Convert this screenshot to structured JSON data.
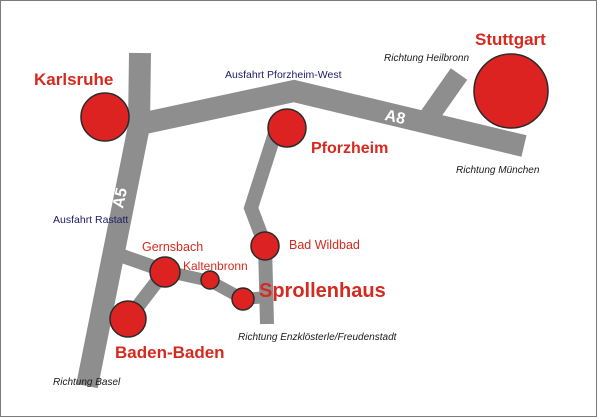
{
  "cities": {
    "stuttgart": "Stuttgart",
    "karlsruhe": "Karlsruhe",
    "pforzheim": "Pforzheim",
    "bad_wildbad": "Bad Wildbad",
    "gernsbach": "Gernsbach",
    "kaltenbronn": "Kaltenbronn",
    "sprollenhaus": "Sprollenhaus",
    "baden_baden": "Baden-Baden"
  },
  "exits": {
    "pforzheim_west": "Ausfahrt Pforzheim-West",
    "rastatt": "Ausfahrt Rastatt"
  },
  "directions": {
    "heilbronn": "Richtung Heilbronn",
    "muenchen": "Richtung München",
    "basel": "Richtung Basel",
    "enzkloesterle": "Richtung Enzklösterle/Freudenstadt"
  },
  "highways": {
    "a5": "A5",
    "a8": "A8"
  },
  "colors": {
    "road": "#8e8e8e",
    "marker": "#dd2222",
    "city_label": "#d42a1f",
    "exit_label": "#1c1c66",
    "direction_label": "#1a1a1a"
  }
}
